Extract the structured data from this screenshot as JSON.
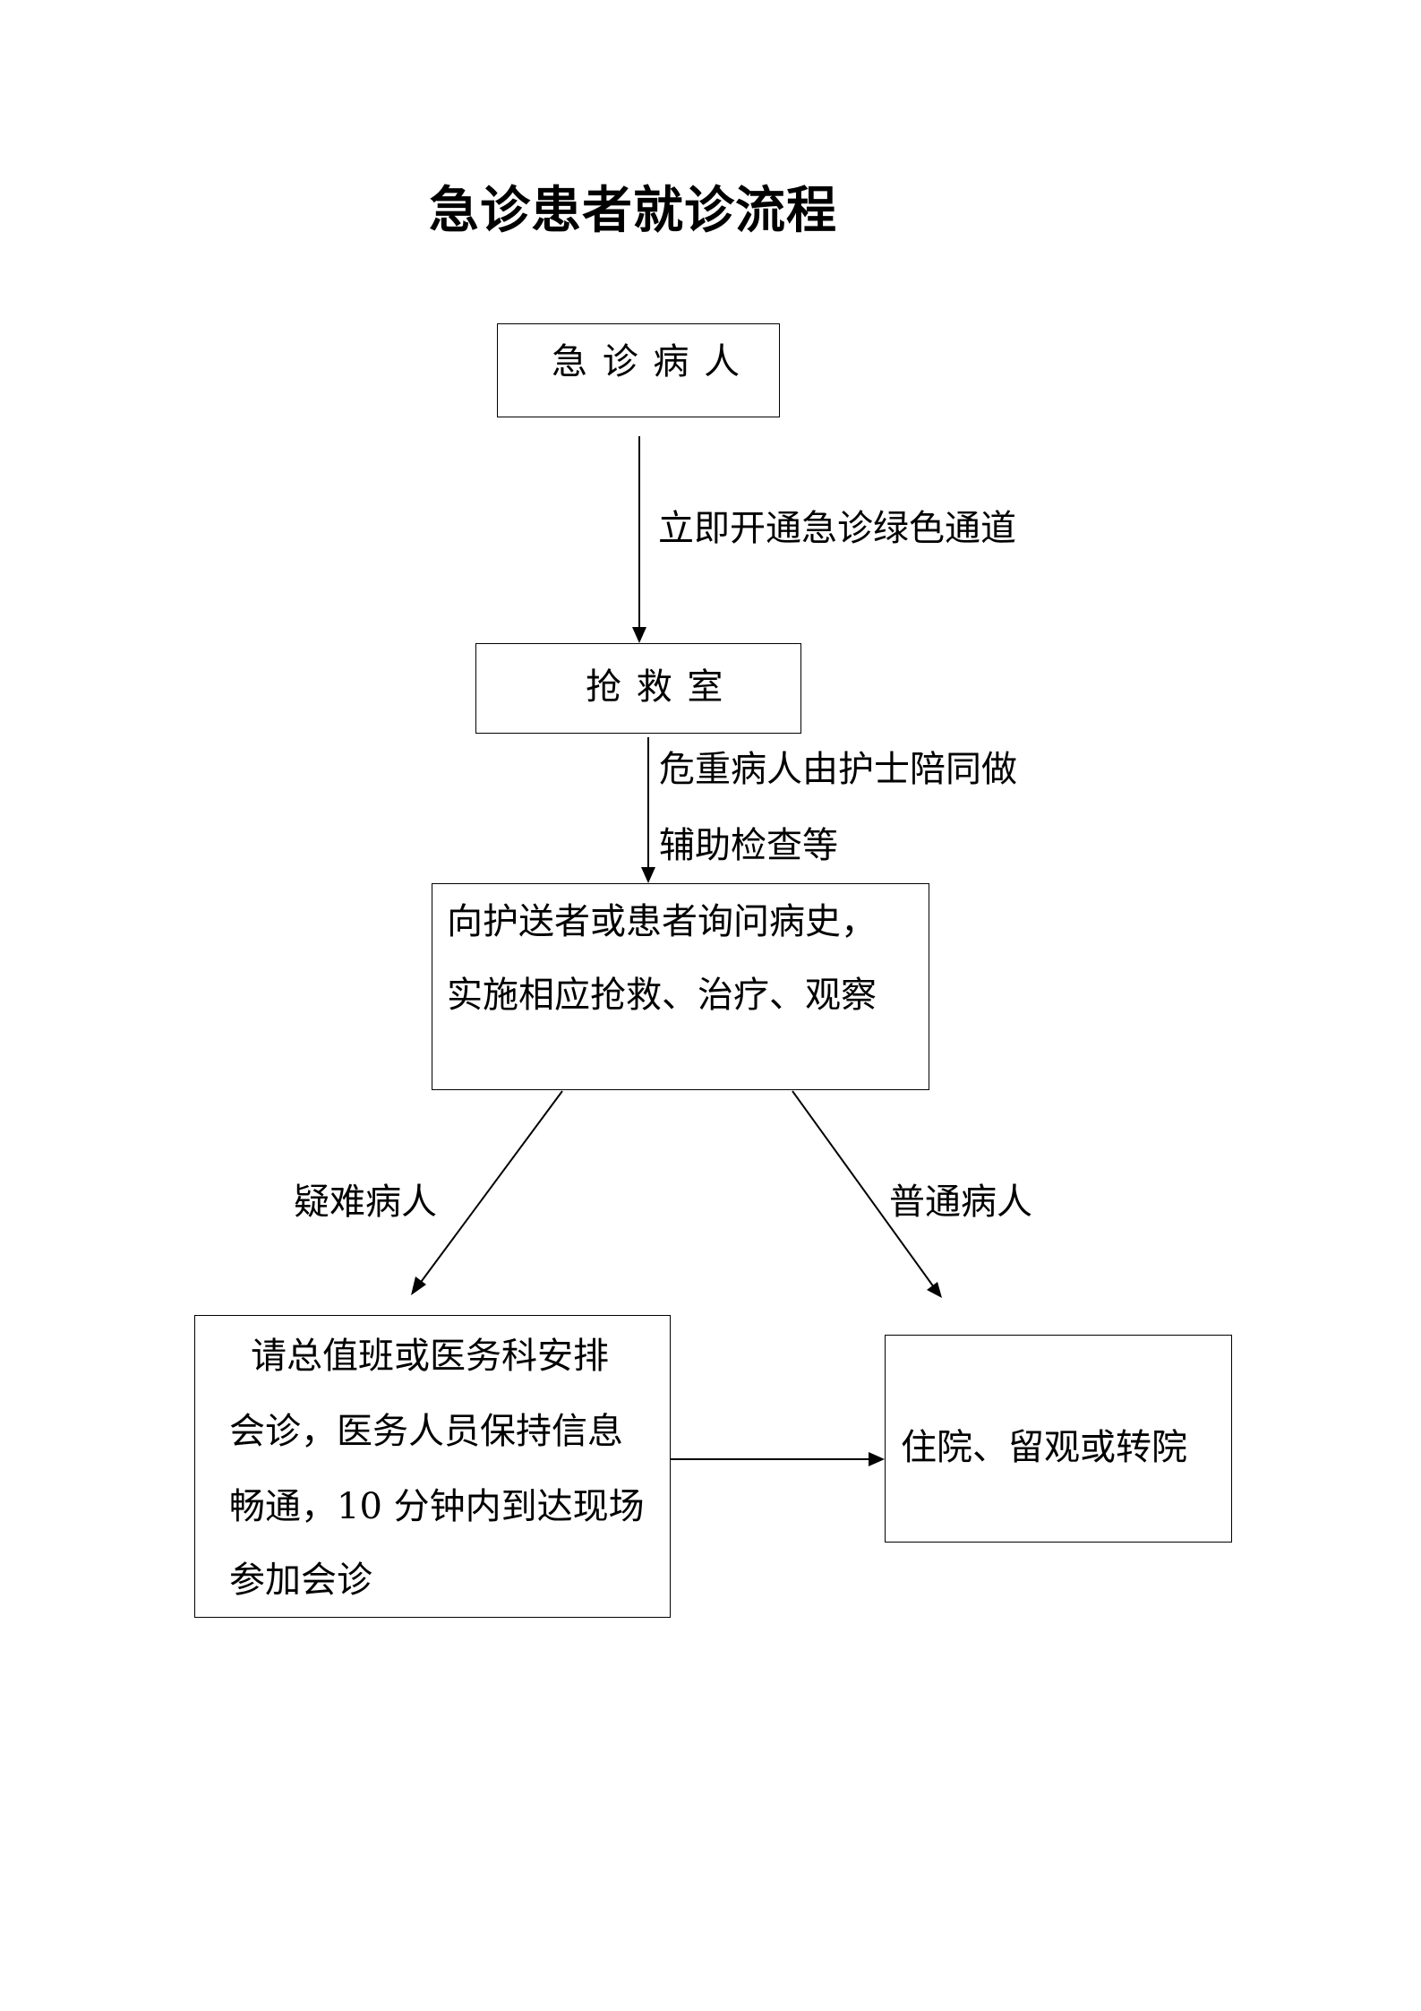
{
  "title": "急诊患者就诊流程",
  "nodes": {
    "emergency_patient": "急 诊 病 人",
    "rescue_room": "抢 救 室",
    "inquire_treat": {
      "line1": "向护送者或患者询问病史，",
      "line2": "实施相应抢救、治疗、观察"
    },
    "consultation": {
      "line1": "请总值班或医务科安排",
      "line2": "会诊，医务人员保持信息",
      "line3": "畅通，10 分钟内到达现场",
      "line4": "参加会诊"
    },
    "outcome": "住院、留观或转院"
  },
  "edge_labels": {
    "green_channel": "立即开通急诊绿色通道",
    "escort": {
      "line1": "危重病人由护士陪同做",
      "line2": "辅助检查等"
    },
    "difficult": "疑难病人",
    "ordinary": "普通病人"
  }
}
